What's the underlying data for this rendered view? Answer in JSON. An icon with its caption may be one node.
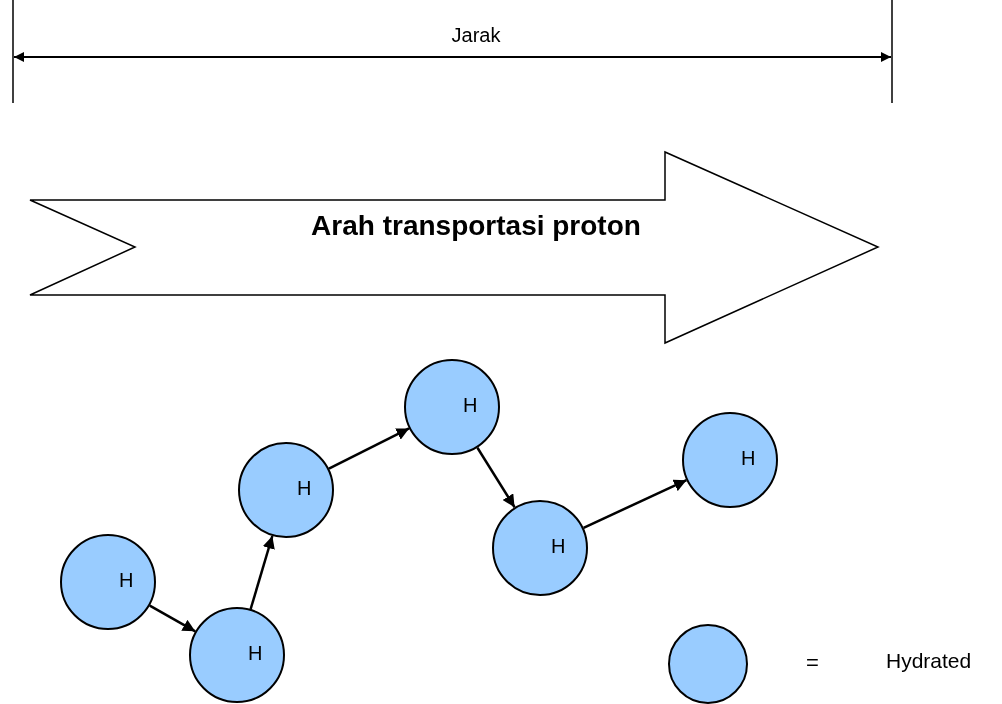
{
  "diagram": {
    "nodes": [
      {
        "text": [
          "Arah transportasi proton"
        ]
      },
      {
        "text": [
          "H"
        ]
      },
      {
        "text": [
          "H"
        ]
      },
      {
        "text": [
          "H"
        ]
      },
      {
        "text": [
          "H"
        ]
      },
      {
        "text": [
          "H"
        ]
      },
      {
        "text": [
          "H"
        ]
      }
    ],
    "edges": [
      {
        "from": 1,
        "to": 2,
        "arrow": "to"
      },
      {
        "from": 2,
        "to": 3,
        "arrow": "to"
      },
      {
        "from": 3,
        "to": 4,
        "arrow": "to"
      },
      {
        "from": 4,
        "to": 5,
        "arrow": "to"
      },
      {
        "from": 5,
        "to": 6,
        "arrow": "to"
      }
    ],
    "labels": [
      "Jarak",
      "="
    ],
    "legend": [
      {
        "text": "Hydrated"
      }
    ]
  }
}
